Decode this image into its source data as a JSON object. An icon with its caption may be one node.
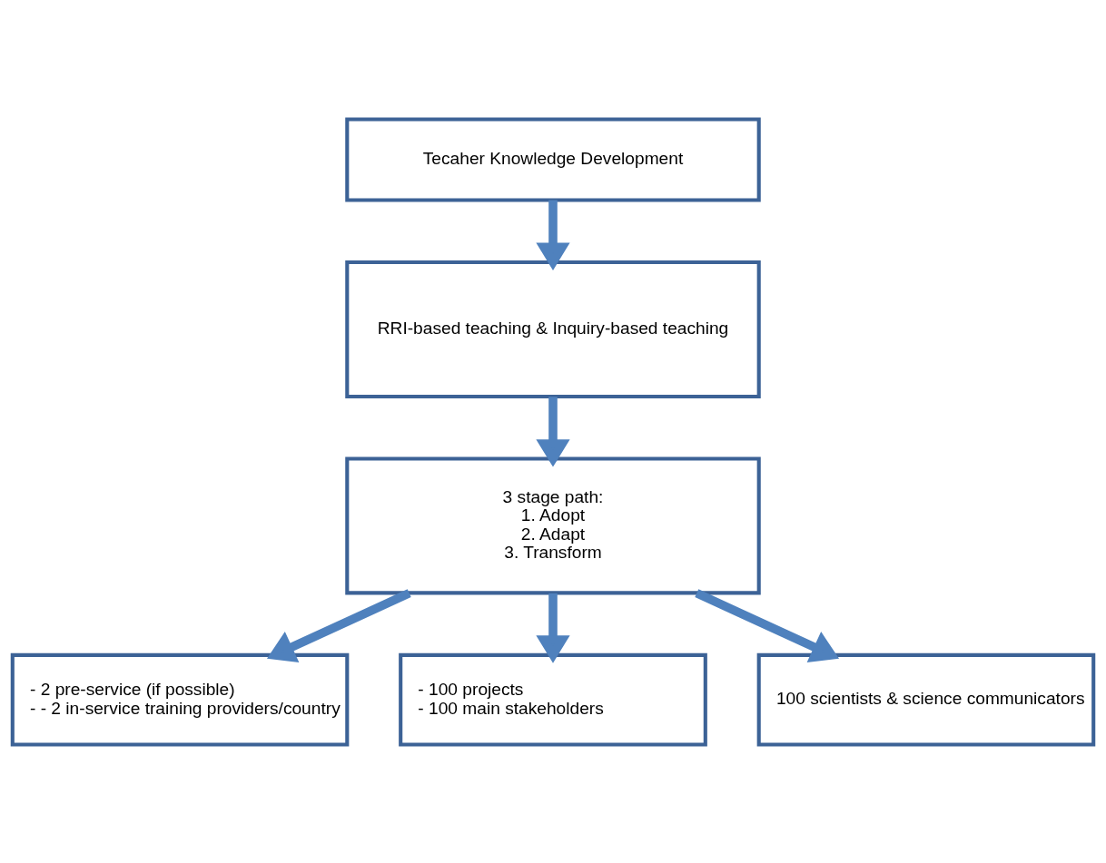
{
  "diagram": {
    "nodes": [
      {
        "text": [
          "Tecaher Knowledge Development"
        ]
      },
      {
        "text": [
          "RRI-based teaching & Inquiry-based teaching"
        ]
      },
      {
        "text": [
          "3 stage path:",
          "1. Adopt",
          "2. Adapt",
          "3. Transform"
        ]
      },
      {
        "text": [
          "- 2 pre-service (if possible)",
          "- - 2 in-service training providers/country"
        ]
      },
      {
        "text": [
          "- 100 projects",
          "- 100 main stakeholders"
        ]
      },
      {
        "text": [
          "100 scientists & science communicators"
        ]
      }
    ],
    "edges": [
      {
        "from": 0,
        "to": 1,
        "arrow": "to"
      },
      {
        "from": 1,
        "to": 2,
        "arrow": "to"
      },
      {
        "from": 2,
        "to": 3,
        "arrow": "to"
      },
      {
        "from": 2,
        "to": 4,
        "arrow": "to"
      },
      {
        "from": 2,
        "to": 5,
        "arrow": "to"
      }
    ]
  }
}
